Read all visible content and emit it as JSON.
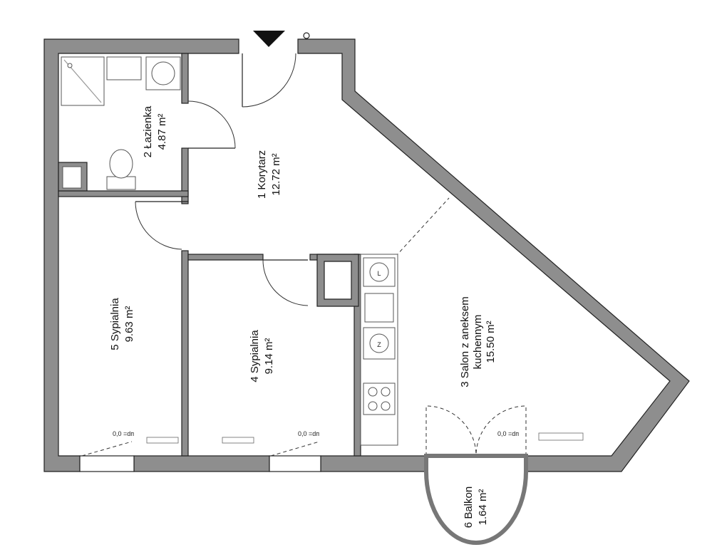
{
  "rooms": [
    {
      "id": "lazienka",
      "number_name": "2 Łazienka",
      "area": "4.87 m²"
    },
    {
      "id": "korytarz",
      "number_name": "1 Korytarz",
      "area": "12.72 m²"
    },
    {
      "id": "sypialnia5",
      "number_name": "5 Sypialnia",
      "area": "9.63 m²"
    },
    {
      "id": "sypialnia4",
      "number_name": "4 Sypialnia",
      "area": "9.14 m²"
    },
    {
      "id": "salon",
      "number_name": "3 Salon z aneksem",
      "name_line2": "kuchennym",
      "area": "15.50 m²"
    },
    {
      "id": "balkon",
      "number_name": "6 Balkon",
      "area": "1.64 m²"
    }
  ],
  "sill_labels": {
    "sypialnia5": "0,0 =dп",
    "sypialnia4": "0,0 =dп",
    "salon": "0,0 =dп"
  },
  "appliance_labels": {
    "fridge": "L",
    "freezer": "Z"
  },
  "icons": {
    "entrance": "entrance-arrow-icon"
  }
}
